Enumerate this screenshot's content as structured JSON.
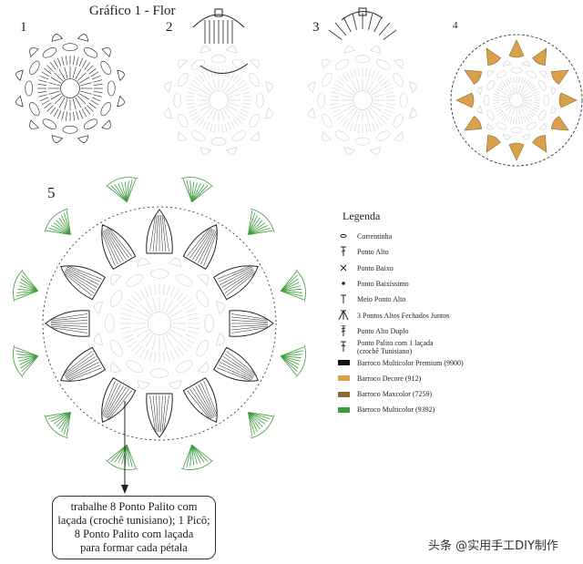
{
  "title": "Gráfico 1 - Flor",
  "steps": [
    "1",
    "2",
    "3",
    "4",
    "5"
  ],
  "legend": {
    "title": "Legenda",
    "items": [
      {
        "icon": "chain-icon",
        "label": "Correntinha"
      },
      {
        "icon": "double-crochet-icon",
        "label": "Ponto Alto"
      },
      {
        "icon": "single-crochet-icon",
        "label": "Ponto Baixo"
      },
      {
        "icon": "slip-stitch-icon",
        "label": "Ponto Baixíssimo"
      },
      {
        "icon": "half-double-crochet-icon",
        "label": "Meio Ponto Alto"
      },
      {
        "icon": "dc3tog-icon",
        "label": "3 Pontos Altos Fechados Juntos"
      },
      {
        "icon": "treble-crochet-icon",
        "label": "Ponto Alto Duplo"
      },
      {
        "icon": "tunisian-stick-icon",
        "label": "Ponto Palito com 1 laçada\n(crochê Tunisiano)"
      }
    ],
    "colors": [
      {
        "label": "Barroco Multicolor Premium (9900)",
        "color": "#111111"
      },
      {
        "label": "Barroco Decore (912)",
        "color": "#d9a24a"
      },
      {
        "label": "Barroco Maxcolor (7259)",
        "color": "#8a6a3a"
      },
      {
        "label": "Barroco Multicolor (9392)",
        "color": "#3e9a3a"
      }
    ]
  },
  "note": {
    "lines": [
      "trabalhe 8 Ponto Palito com",
      "laçada (crochê tunisiano); 1 Picô;",
      "8 Ponto Palito com laçada",
      "para formar cada pétala"
    ]
  },
  "watermark": "头条 @实用手工DIY制作",
  "colors": {
    "ink": "#222222",
    "faded": "#cfcfcf",
    "green": "#3e9a3a",
    "petal": "#d9a24a"
  }
}
